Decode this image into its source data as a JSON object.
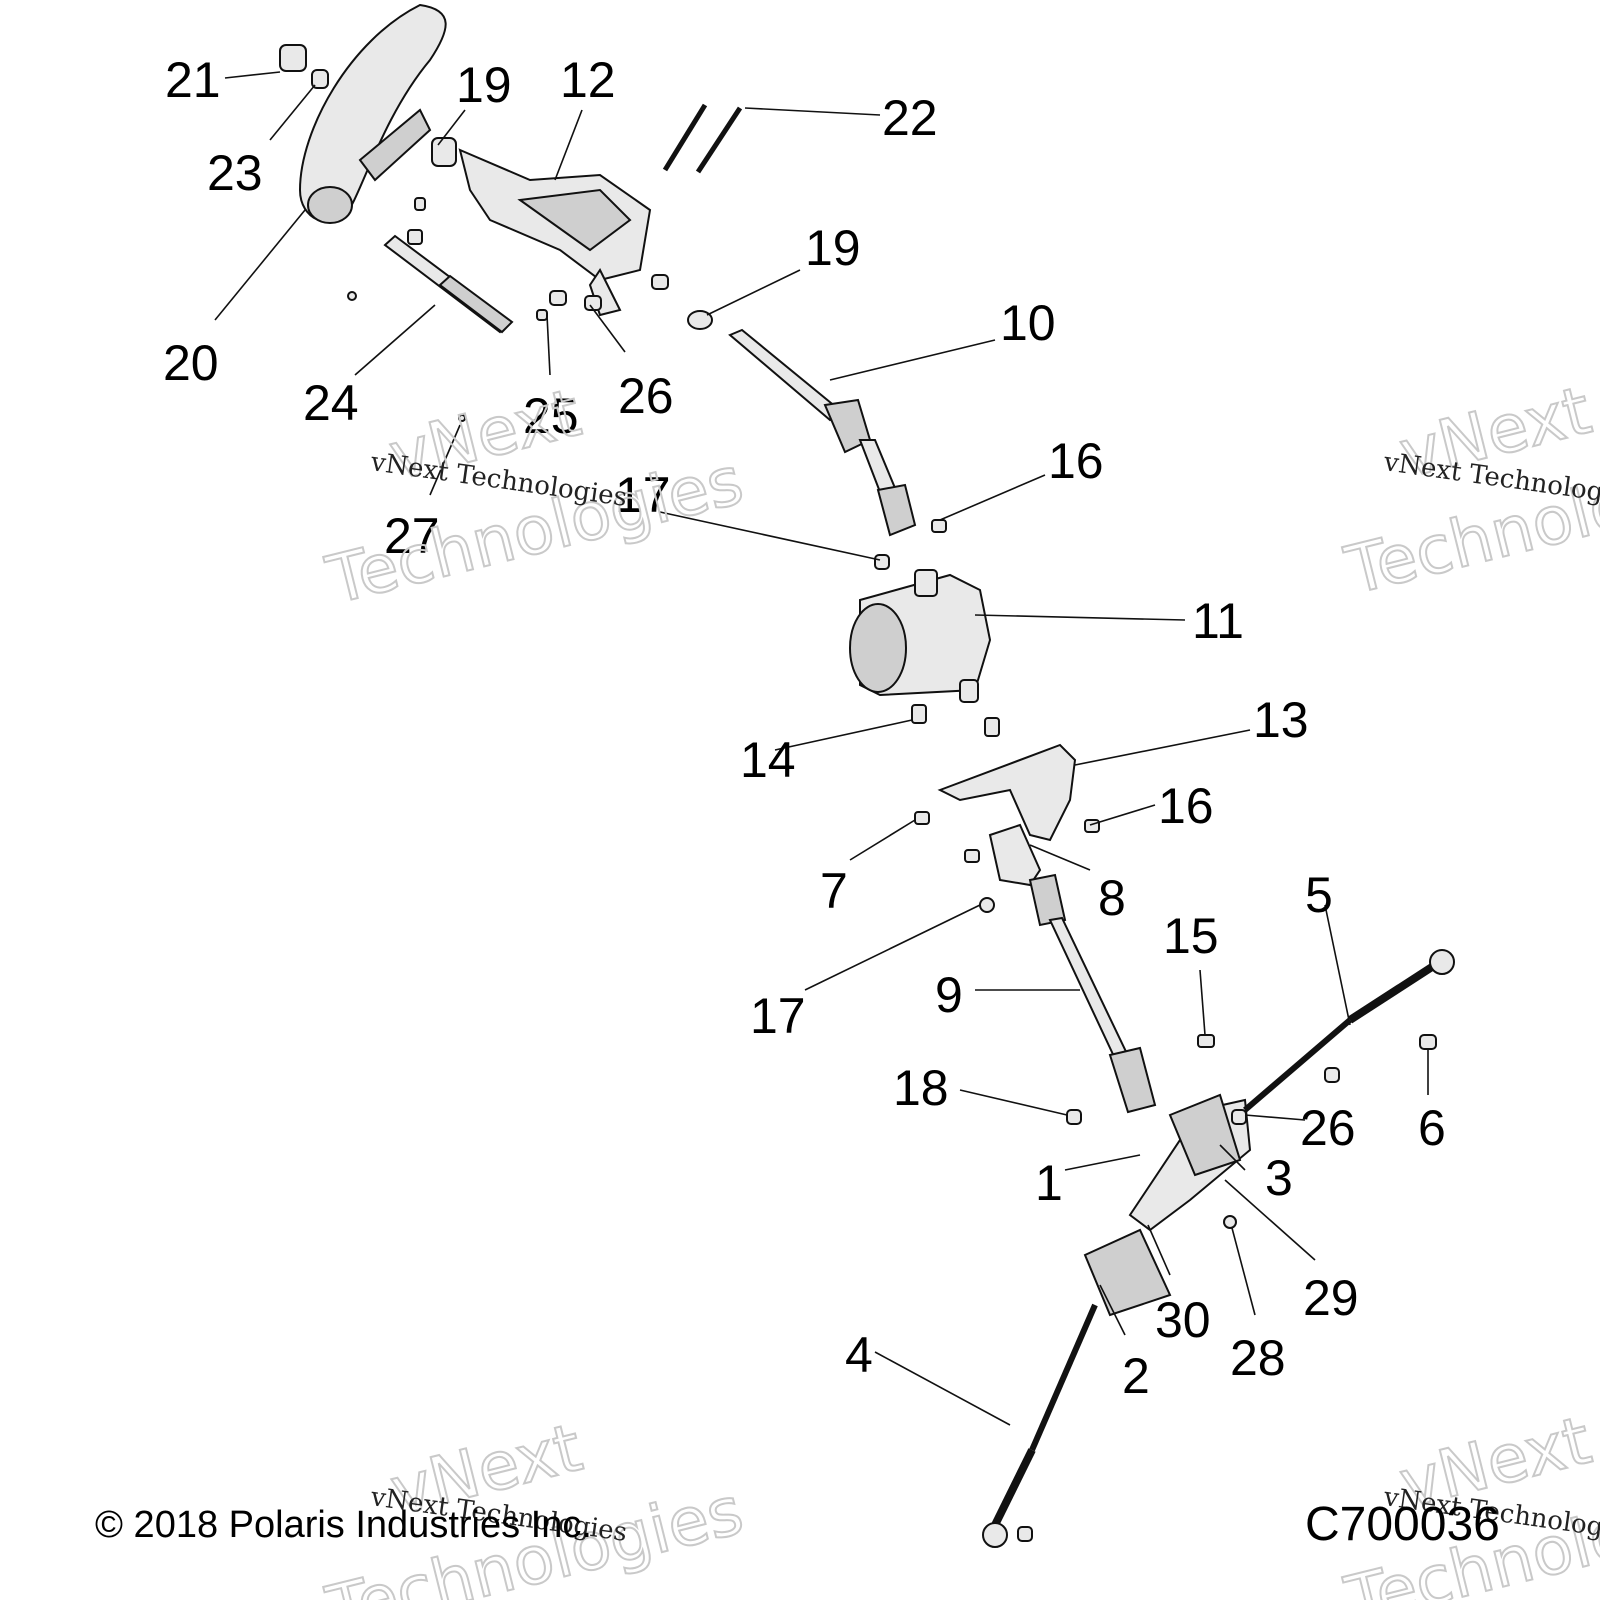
{
  "diagram": {
    "callouts": [
      "21",
      "23",
      "19",
      "12",
      "22",
      "20",
      "24",
      "25",
      "26",
      "19",
      "10",
      "27",
      "17",
      "16",
      "11",
      "14",
      "13",
      "16",
      "7",
      "8",
      "17",
      "9",
      "15",
      "5",
      "18",
      "26",
      "6",
      "1",
      "3",
      "29",
      "30",
      "28",
      "2",
      "4"
    ],
    "watermarks": {
      "brand_line": "vNext Technologies",
      "big_line1": "vNext",
      "big_line2": "Technologies"
    },
    "copyright": "© 2018 Polaris Industries Inc.",
    "drawing_code": "C700036"
  }
}
